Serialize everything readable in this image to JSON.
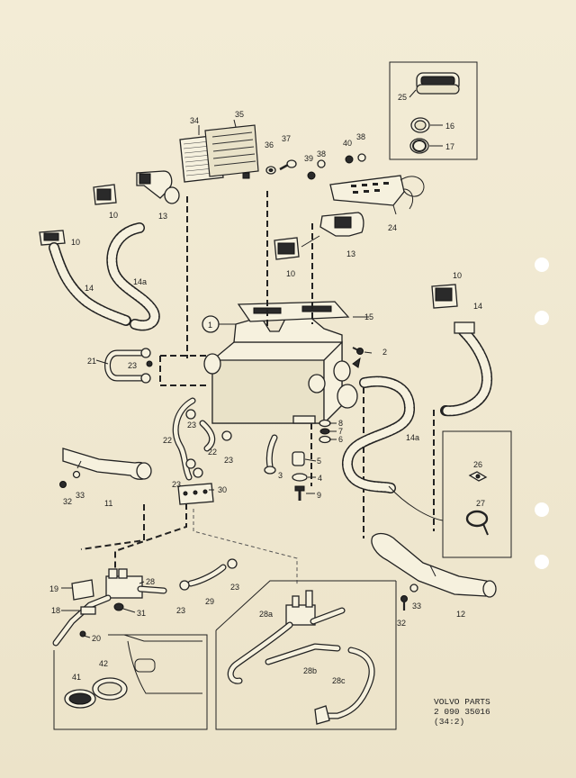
{
  "document": {
    "type": "exploded parts diagram",
    "subject": "heater unit and ducts"
  },
  "footer": {
    "line1": "VOLVO PARTS",
    "line2": "2 090  35016",
    "line3": "(34:2)"
  },
  "callouts": {
    "c1": "1",
    "c2": "2",
    "c3": "3",
    "c4": "4",
    "c5": "5",
    "c6": "6",
    "c7": "7",
    "c8": "8",
    "c9": "9",
    "c10a": "10",
    "c10b": "10",
    "c10c": "10",
    "c10d": "10",
    "c11": "11",
    "c12": "12",
    "c13a": "13",
    "c13b": "13",
    "c14a": "14",
    "c14b": "14",
    "c14aa": "14a",
    "c14ab": "14a",
    "c15": "15",
    "c16": "16",
    "c17": "17",
    "c18": "18",
    "c19": "19",
    "c20": "20",
    "c21": "21",
    "c22a": "22",
    "c22b": "22",
    "c23a": "23",
    "c23b": "23",
    "c23c": "23",
    "c23d": "23",
    "c23e": "23",
    "c23f": "23",
    "c24": "24",
    "c25": "25",
    "c26": "26",
    "c27": "27",
    "c28": "28",
    "c28a": "28a",
    "c28b": "28b",
    "c28c": "28c",
    "c29": "29",
    "c30": "30",
    "c31": "31",
    "c32a": "32",
    "c32b": "32",
    "c33a": "33",
    "c33b": "33",
    "c34": "34",
    "c35": "35",
    "c36": "36",
    "c37": "37",
    "c38a": "38",
    "c38b": "38",
    "c39": "39",
    "c40": "40",
    "c41": "41",
    "c42": "42"
  }
}
